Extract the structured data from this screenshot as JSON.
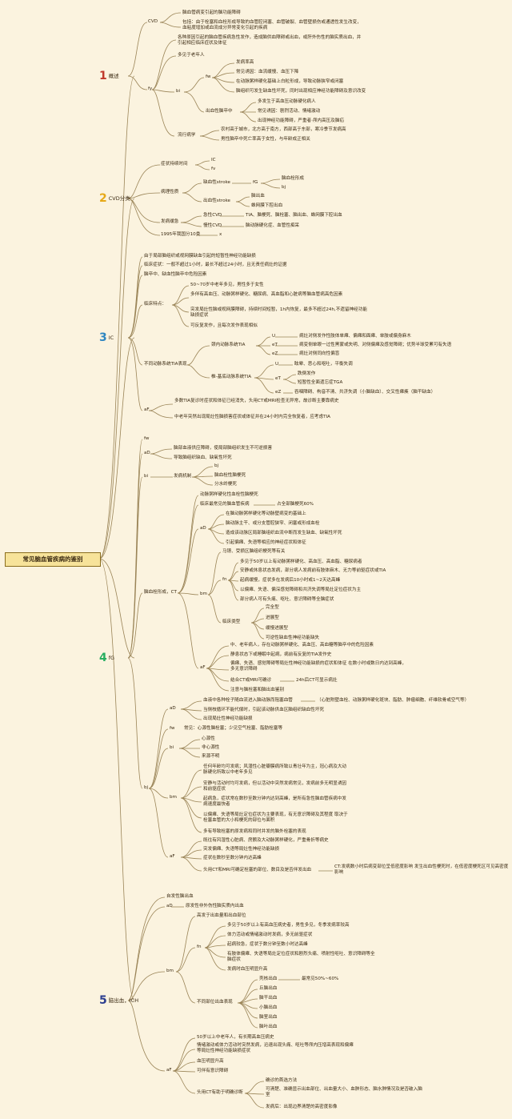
{
  "root": "常见脑血管疾病的鉴别",
  "colors": {
    "background": "#fbf3df",
    "line": "#9a8457",
    "root_fill": "#f7e39a"
  },
  "s1": {
    "num": "1",
    "title": "概述",
    "color": "#c0392b",
    "cvd": "CVD",
    "cvd1": "脑血管病变引起的脑功能障碍",
    "cvd2": "包括：由于栓塞和血栓形成导致的血管腔闭塞、血管破裂、血管壁损伤或通透性发生改变，血粘度增加或血流成分异常变化引起的疾病",
    "a1": "各种原因引起的脑血管疾病急性发作，造成脑供血障碍或出血，或肝外伤性的脑实质出血，并引起相应临床症状及体征",
    "a2": "多见于老年人",
    "fy": "fy",
    "bi": "bi",
    "fw": "fw",
    "fw1": "发病率高",
    "fw2": "常见诱因：血流缓慢、血压下降",
    "fw3": "在动脉粥样硬化基础上白粒形成，导致动脉狭窄或闭塞",
    "fw4": "脑组织可发生缺血性坏死，同时出现相应神经功能障碍及意识改变",
    "hem": "出血性脑卒中",
    "h1": "多发生于高血压动脉硬化病人",
    "h2": "常见诱因：剧烈活动、情绪激动",
    "h3": "出现神经功能障碍，严重者·颅内高压及脑疝",
    "ep": "流行病学",
    "ep1": "农村高于城市，北方高于南方，西部高于东部，寒冷季节发病高",
    "ep2": "男性脑卒中死亡率高于女性，与年龄成正相关"
  },
  "s2": {
    "num": "2",
    "title": "CVD分类",
    "color": "#e6a817",
    "d": "症状持续时间",
    "d1": "IC",
    "d2": "fv",
    "p": "病理性质",
    "isc": "缺血性stroke",
    "fg": "fG",
    "fg1": "脑血栓形成",
    "fg2": "bj",
    "he": "出血性stroke",
    "he1": "脑出血",
    "he2": "蛛网膜下腔出血",
    "o": "发病缓急",
    "o1": "急性CVD",
    "o1v": "TIA、脑梗死、脑栓塞、脑出血、蛛网膜下腔出血",
    "o2": "慢性CVD",
    "o2v": "脑动脉硬化症、血管性痴呆",
    "c": "1995年我国分10类",
    "cv": "x"
  },
  "s3": {
    "num": "3",
    "title": "IC",
    "color": "#2e86c1",
    "a": "由于局部脑组织或视网膜缺血引起的短暂性神经功能缺损",
    "b": "临床症状：一般不超过1小时，最长不超过24小时，且无责任病灶的证据",
    "c": "脑卒中、缺血性脑卒中危险因素",
    "cl": "临床特点：",
    "cl1": "50~70岁中老年多见，男性多于女性",
    "cl2": "多伴有高血压、动脉粥样硬化、糖尿病、高血脂和心脏病等脑血管病高危因素",
    "cl3": "突发局灶性脑或视网膜障碍，持续时间短暂，1h内恢复，最多不超过24h,不遗留神经功能缺损症状",
    "cl4": "可反复发作，且每次发作表现相似",
    "dif": "不同动脉系统TIA表现",
    "ica": "颈内动脉系统TIA",
    "u": "U",
    "u1": "病灶对侧发作性肢体单瘫、偏瘫和面瘫、单肢或偏身麻木",
    "et": "eT",
    "et1": "病变侧单眼一过性黑蒙或失明、对侧偏瘫及感觉障碍；优势半球受累可有失语",
    "ez": "eZ",
    "ez1": "病灶对侧同向性偏盲",
    "vb": "椎-基底动脉系统TIA",
    "vu": "U",
    "vu1": "眩晕、恶心和呕吐，平衡失调",
    "vet": "eT",
    "vet1": "跌倒发作",
    "vet2": "短暂性全面遗忘症TGA",
    "vez": "eZ",
    "vez1": "吞咽障碍、构音不清、共济失调（小脑缺血）、交叉性瘫痪（脑干缺血）",
    "af": "aF",
    "af1": "多数TIA复诊时症状和体征已经消失，头用CT或MRI检查无异常，故诊断主要靠病史",
    "af2": "中老年突然出现局灶性脑损害症状或体征并在24小时内完全恢复者，应考虑TIA"
  },
  "s4": {
    "num": "4",
    "title": "fG",
    "color": "#27ae60",
    "fw": "fw",
    "ad": "aD",
    "ad1": "脑部血液供应障碍，使局部脑组织发生不可逆损害",
    "ad2": "导致脑组织缺血、缺氧性坏死",
    "bi": "bi",
    "mech": "发病机制",
    "m1": "bj",
    "m2": "脑血栓性脑梗死",
    "m3": "分水岭梗死",
    "ct": "脑血栓形成，CT",
    "c1": "动脉粥样硬化性血栓性脑梗死",
    "c2": "临床最常见的脑血管疾病",
    "c2v": "占全部脑梗死60%",
    "cad": "aD",
    "cad1": "在脑动脉粥样硬化等动脉壁病变的基础上",
    "cad2": "脑动脉主干、或分支管腔狭窄、闭塞或形成血栓",
    "cad3": "造成该动脉区局部脑组织血流中断而发生缺血、缺氧性坏死",
    "cad4": "引起偏瘫、失语等相应的神经症状和体征",
    "bm": "bm",
    "bm1": "马镣、受损区脑组织梗死等有关",
    "fn": "fn",
    "fn1": "多见于50岁以上有动脉粥样硬化、高血压、高血脂、糖尿病者",
    "fn2": "安静或休息状态发病，部分病人发病前有肢体麻木、无力等前驱症状或TIA",
    "fn3": "起病缓慢，症状多在发病后10小时或1~2天达高峰",
    "fn4": "以偏瘫、失语、偏深感觉障碍和共济失调等局灶定位症状为主",
    "fn5": "部分病人可有头痛、呕吐、意识障碍等全脑症状",
    "lt": "临床类型",
    "lt1": "完全型",
    "lt2": "进展型",
    "lt3": "缓慢进展型",
    "lt4": "可逆性缺血性神经功能缺失",
    "af": "aF",
    "af1": "中、老年病人，存在动脉粥样硬化、高血压、高血糖等脑卒中的危险因素",
    "af2": "静息状态下或睡眠中起病，病前有反复的TIA发作史",
    "af3": "偏瘫、失语、感觉障碍等局灶性神经功能缺损的症状和体征 在数小时或数日内达到高峰，多无意识障碍",
    "af4": "结合CT或MRI可确诊",
    "af4v": "24h后CT可显示病灶",
    "af5": "注意与脑栓塞和脑出血鉴别",
    "bj": "bj",
    "bad": "aD",
    "bad1": "血液中各种栓子随血流进入脑动脉而阻塞血管",
    "bad1v": "（心脏附壁血栓、动脉粥样硬化斑块、脂肪、肿瘤细胞、纤维软骨或空气等）",
    "bad2": "当侧枝循环不能代偿时，引起该动脉供血区脑组织缺血性坏死",
    "bad3": "出现局灶性神经功能缺损",
    "bfw": "fw",
    "bfw1": "常见：心源性脑栓塞；少见空气栓塞、脂肪栓塞等",
    "bbi": "bi",
    "bbi1": "心源性",
    "bbi2": "非心源性",
    "bbi3": "来源不明",
    "bbm": "bm",
    "bbm1": "任何年龄均可发病；风湿性心脏瓣膜病所致以青壮年为主，冠心病及大动脉硬化所致以中老年多见",
    "bbm2": "安静与活动时均可发病，但以活动中突然发病常见，发病前多无明显诱因和前驱症状",
    "bbm3": "起病急，症状常在数秒至数分钟内达到高峰，是所有急性脑血管疾病中发病速度最快者",
    "bbm4": "以偏瘫、失语等局灶定位症状为主要表现，有无意识障碍及其程度 取决于栓塞血管的大小和梗死的部位与面积",
    "bbm5": "多有导致栓塞的原发病和同时并发的脑外栓塞的表现",
    "baf": "aF",
    "baf1": "既往有风湿性心脏病、房颤及大动脉粥样硬化，严重骨折等病史",
    "baf2": "突发偏瘫、失语等局灶性神经功能缺损",
    "baf3": "症状在数秒至数分钟内达高峰",
    "baf4": "头用CT和MRI可确定栓塞的部位、数目及是否伴发出血",
    "baf4v": "CT:发病数小时后病变部位呈低密度影响 发生出血性梗死时，在低密度梗死区可见高密度影响"
  },
  "s5": {
    "num": "5",
    "title": "脑出血，ICH",
    "color": "#2c3e8f",
    "a": "自发性脑出血",
    "ad": "aD",
    "ad1": "原发性非外伤性脑实质内出血",
    "bm": "bm",
    "bm1": "高发于出血量和出血部位",
    "fn": "fn",
    "fn1": "多见于50岁以上有高血压病史者，男性多见，冬季发病率较高",
    "fn2": "体力活动或情绪激动时发病，多无前驱症状",
    "fn3": "起病较急，症状于数分钟至数小时达高峰",
    "fn4": "有肢体偏瘫、失语等局灶定位症状和剧烈头痛、喷射性呕吐、意识障碍等全脑症状",
    "fn5": "发病时血压明显升高",
    "loc": "不同部位出血表现",
    "l1": "壳核出血",
    "l1v": "最常见50%~60%",
    "l2": "丘脑出血",
    "l3": "脑干出血",
    "l4": "小脑出血",
    "l5": "脑室出血",
    "l6": "脑叶出血",
    "af": "aF",
    "af1": "50岁以上中老年人，有长期高血压病史",
    "af2": "情绪激动或体力活动时突然发病，迅速出现头痛、呕吐等颅内压增高表现和偏瘫等局灶性神经功能缺损症状",
    "af3": "血压明显升高",
    "af4": "可伴有意识障碍",
    "ct": "头用CT有助于明确诊断",
    "ct1": "确诊的首选方法",
    "ct2": "可清楚、准确显示出血部位、出血量大小、血肿形态、脑水肿情况及是否破入脑室",
    "ct3": "发病后：出现边界清楚的高密度影像"
  }
}
